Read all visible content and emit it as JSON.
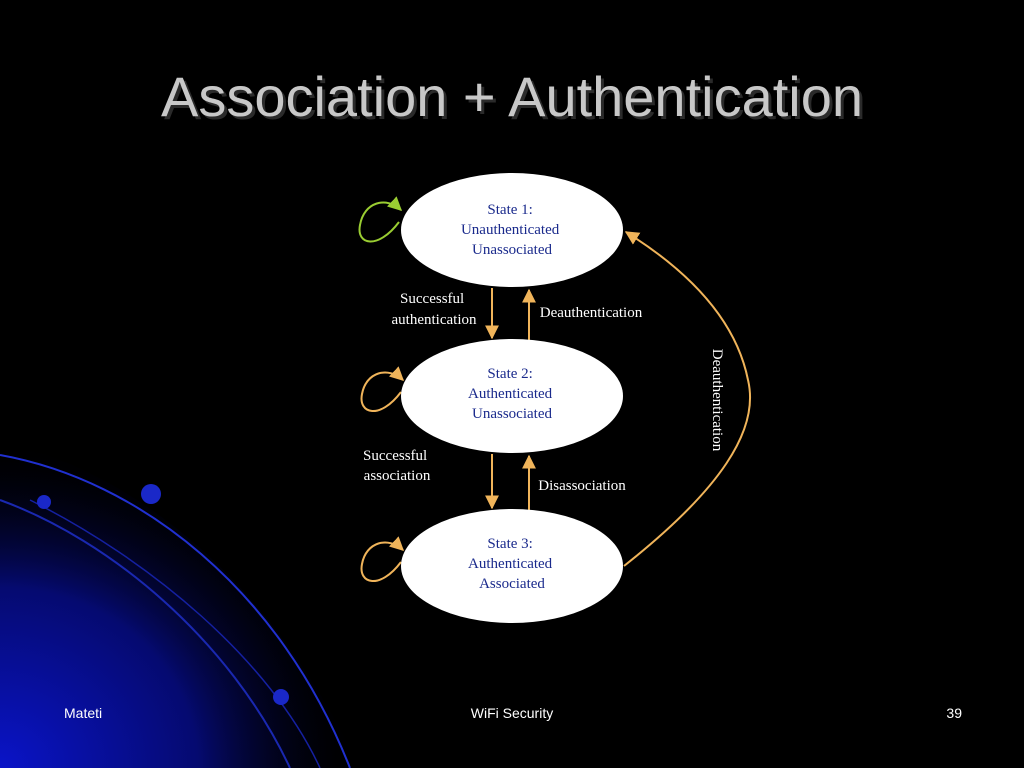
{
  "slide": {
    "title": "Association + Authentication"
  },
  "diagram": {
    "states": [
      {
        "lines": [
          "State 1:",
          "Unauthenticated",
          "Unassociated"
        ]
      },
      {
        "lines": [
          "State 2:",
          "Authenticated",
          "Unassociated"
        ]
      },
      {
        "lines": [
          "State 3:",
          "Authenticated",
          "Associated"
        ]
      }
    ],
    "transitions": {
      "s1_to_s2": [
        "Successful",
        "authentication"
      ],
      "s2_to_s1": "Deauthentication",
      "s2_to_s3": [
        "Successful",
        "association"
      ],
      "s3_to_s2": "Disassociation",
      "s3_to_s1": "Deauthentication"
    },
    "colors": {
      "state_fill": "#ffffff",
      "state_text": "#1a2a8c",
      "arrow": "#f0b45a",
      "loop_state1": "#9acd32",
      "loop_other": "#f0b45a"
    }
  },
  "footer": {
    "left": "Mateti",
    "center": "WiFi Security",
    "right": "39"
  }
}
